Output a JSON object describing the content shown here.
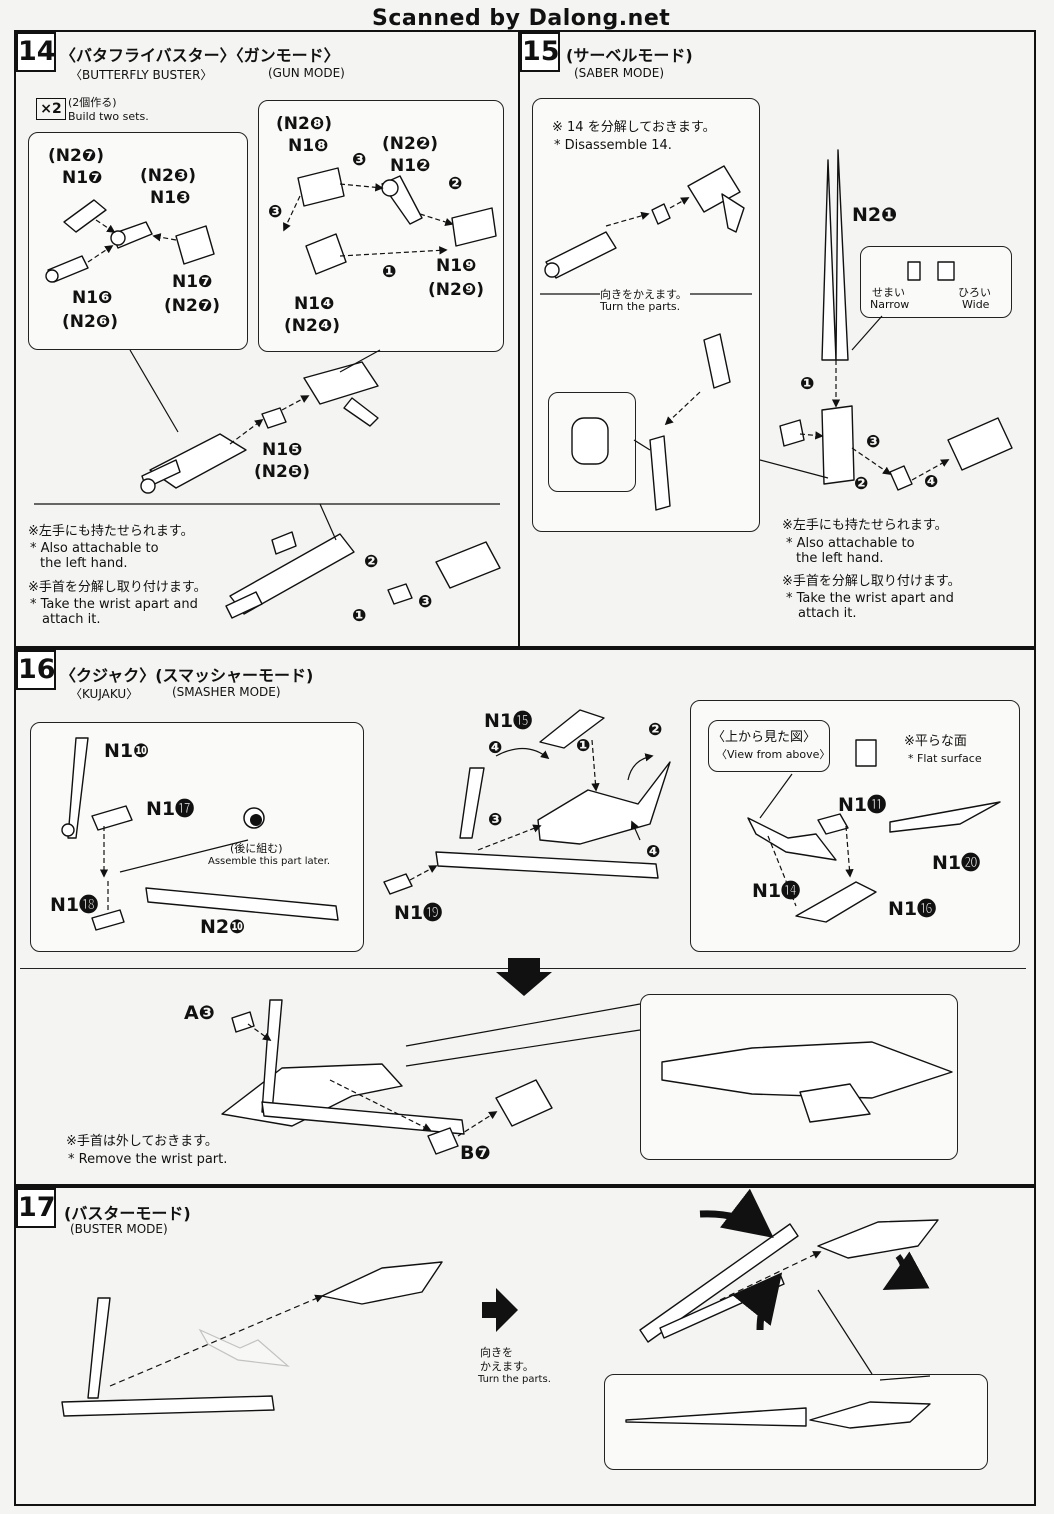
{
  "header": {
    "scan_credit": "Scanned by Dalong.net"
  },
  "steps": {
    "s14": {
      "number": "14",
      "title_jp": "〈バタフライバスター〉〈ガンモード〉",
      "title_en_1": "〈BUTTERFLY BUSTER〉",
      "title_en_2": "(GUN MODE)",
      "count_badge": "×2",
      "count_jp": "(2個作る)",
      "count_en": "Build two sets.",
      "parts": {
        "n2_7a": "(N2❼)",
        "n1_7a": "N1❼",
        "n2_3": "(N2❸)",
        "n1_3": "N1❸",
        "n1_7b": "N1❼",
        "n2_7b": "(N2❼)",
        "n1_6": "N1❻",
        "n2_6": "(N2❻)",
        "n2_8": "(N2❽)",
        "n1_8": "N1❽",
        "n2_2": "(N2❷)",
        "n1_2": "N1❷",
        "n1_9": "N1❾",
        "n2_9": "(N2❾)",
        "n1_4": "N1❹",
        "n2_4": "(N2❹)",
        "n1_5": "N1❺",
        "n2_5": "(N2❺)"
      },
      "order": [
        "❶",
        "❷",
        "❸",
        "❸"
      ],
      "wrist_order": [
        "❶",
        "❷",
        "❸"
      ],
      "notes": {
        "left_hand_jp": "※左手にも持たせられます。",
        "left_hand_en_1": "* Also attachable to",
        "left_hand_en_2": "the left hand.",
        "wrist_jp": "※手首を分解し取り付けます。",
        "wrist_en_1": "* Take the wrist apart and",
        "wrist_en_2": "attach it."
      }
    },
    "s15": {
      "number": "15",
      "title_jp": "(サーベルモード)",
      "title_en": "(SABER MODE)",
      "disassemble_jp": "※ 14 を分解しておきます。",
      "disassemble_en": "* Disassemble 14.",
      "turn_jp": "向きをかえます。",
      "turn_en": "Turn the parts.",
      "part_n2_1": "N2❶",
      "narrow_jp": "せまい",
      "narrow_en": "Narrow",
      "wide_jp": "ひろい",
      "wide_en": "Wide",
      "order": [
        "❶",
        "❷",
        "❸",
        "❹"
      ],
      "notes": {
        "left_hand_jp": "※左手にも持たせられます。",
        "left_hand_en_1": "* Also attachable to",
        "left_hand_en_2": "the left hand.",
        "wrist_jp": "※手首を分解し取り付けます。",
        "wrist_en_1": "* Take the wrist apart and",
        "wrist_en_2": "attach it."
      }
    },
    "s16": {
      "number": "16",
      "title_jp": "〈クジャク〉(スマッシャーモード)",
      "title_en_1": "〈KUJAKU〉",
      "title_en_2": "(SMASHER MODE)",
      "parts": {
        "n1_10": "N1❿",
        "n1_17": "N1⓱",
        "n1_18": "N1⓲",
        "n2_10": "N2❿",
        "n1_15": "N1⓯",
        "n1_19": "N1⓳",
        "n1_11": "N1⓫",
        "n1_20": "N1⓴",
        "n1_14": "N1⓮",
        "n1_16": "N1⓰",
        "a3": "A❸",
        "b7": "B❼"
      },
      "later_jp": "(後に組む)",
      "later_en": "Assemble this part later.",
      "view_above_jp": "〈上から見た図〉",
      "view_above_en": "〈View from above〉",
      "flat_jp": "※平らな面",
      "flat_en": "* Flat surface",
      "remove_wrist_jp": "※手首は外しておきます。",
      "remove_wrist_en": "* Remove the wrist part.",
      "order": [
        "❶",
        "❷",
        "❸",
        "❹",
        "❷",
        "❹"
      ]
    },
    "s17": {
      "number": "17",
      "title_jp": "(バスターモード)",
      "title_en": "(BUSTER MODE)",
      "turn_jp_1": "向きを",
      "turn_jp_2": "かえます。",
      "turn_en": "Turn the parts."
    }
  }
}
